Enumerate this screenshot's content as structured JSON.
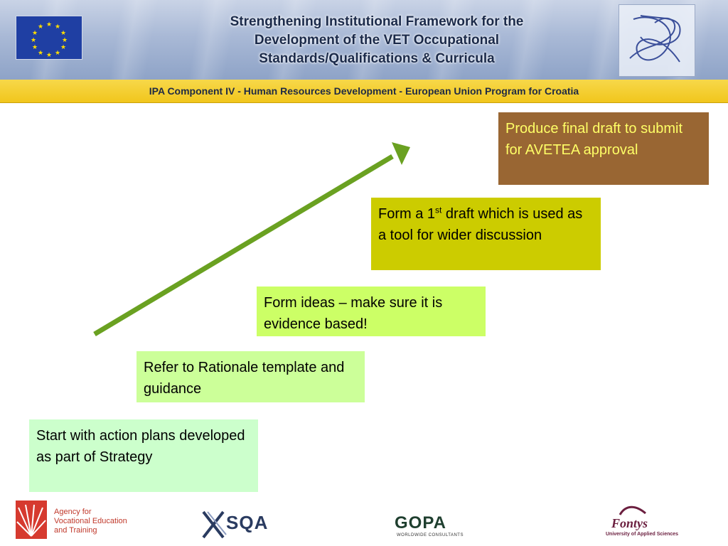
{
  "header": {
    "title_lines": [
      "Strengthening Institutional Framework for the",
      "Development of the VET Occupational",
      "Standards/Qualifications & Curricula"
    ],
    "subtitle": "IPA Component IV - Human Resources Development - European Union Program for Croatia"
  },
  "steps": [
    {
      "text": "Start with action plans developed as part of Strategy"
    },
    {
      "text": "Refer to Rationale template and guidance"
    },
    {
      "text": "Form ideas – make sure it is evidence based!"
    },
    {
      "text_before": "Form a 1",
      "superscript": "st",
      "text_after": " draft which is used as a tool for wider discussion"
    },
    {
      "text": "Produce final draft to submit for AVETEA approval"
    }
  ],
  "colors": {
    "arrow": "#6aa121",
    "step1": "#ccffcc",
    "step2": "#ccff99",
    "step3": "#ccff66",
    "step4": "#cccc00",
    "step5": "#996633",
    "step5_text": "#ffff66",
    "subbar": "#f1c61c"
  },
  "footer": {
    "agency_lines": [
      "Agency for",
      "Vocational Education",
      "and Training"
    ],
    "sqa": "SQA",
    "gopa": "GOPA",
    "gopa_sub": "WORLDWIDE CONSULTANTS",
    "fontys": "Fontys",
    "fontys_sub": "University of Applied Sciences"
  },
  "icons": [
    "eu-flag-icon",
    "spiral-logo-icon",
    "agency-logo-icon",
    "sqa-logo-icon",
    "gopa-logo-icon",
    "fontys-logo-icon",
    "arrow-icon"
  ]
}
